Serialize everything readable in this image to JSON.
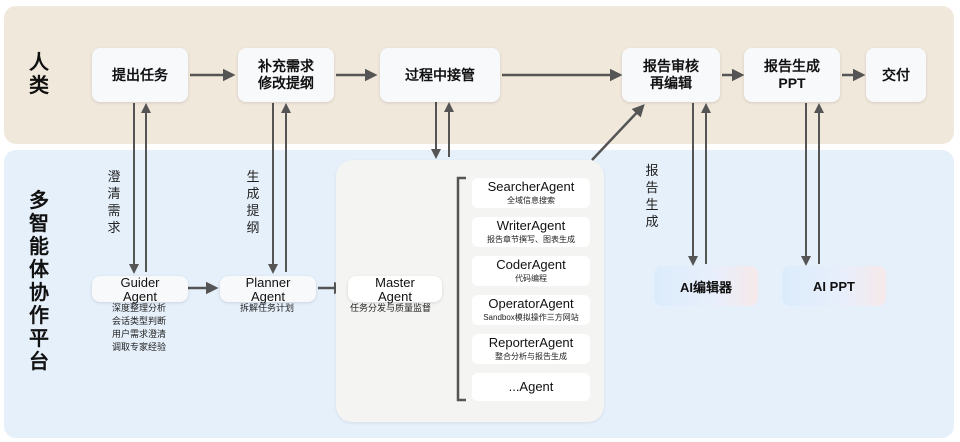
{
  "lanes": {
    "human": "人\n类",
    "agents": "多\n智\n能\n体\n协\n作\n平\n台"
  },
  "human_steps": {
    "propose": "提出任务",
    "refine": "补充需求\n修改提纲",
    "takeover": "过程中接管",
    "review": "报告审核\n再编辑",
    "generate_ppt": "报告生成\nPPT",
    "deliver": "交付"
  },
  "flow_labels": {
    "clarify": "澄\n清\n需\n求",
    "outline": "生\n成\n提\n纲",
    "report": "报\n告\n生\n成"
  },
  "guider": {
    "name": "Guider\nAgent",
    "duties": "深度整理分析\n会话类型判断\n用户需求澄清\n调取专家经验"
  },
  "planner": {
    "name": "Planner\nAgent",
    "duty": "拆解任务计划"
  },
  "master": {
    "name": "Master\nAgent",
    "duty": "任务分发与质量监督"
  },
  "sub_agents": [
    {
      "name": "SearcherAgent",
      "desc": "全域信息搜索"
    },
    {
      "name": "WriterAgent",
      "desc": "报告章节撰写、图表生成"
    },
    {
      "name": "CoderAgent",
      "desc": "代码编程"
    },
    {
      "name": "OperatorAgent",
      "desc": "Sandbox模拟操作三方网站"
    },
    {
      "name": "ReporterAgent",
      "desc": "整合分析与报告生成"
    },
    {
      "name": "...Agent",
      "desc": ""
    }
  ],
  "tools": {
    "ai_editor": "AI编辑器",
    "ai_ppt": "AI PPT"
  },
  "colors": {
    "human_band": "#f1e8dc",
    "agent_band": "#e6f0fb",
    "arrow": "#555555",
    "panel": "#f4f4f2"
  }
}
